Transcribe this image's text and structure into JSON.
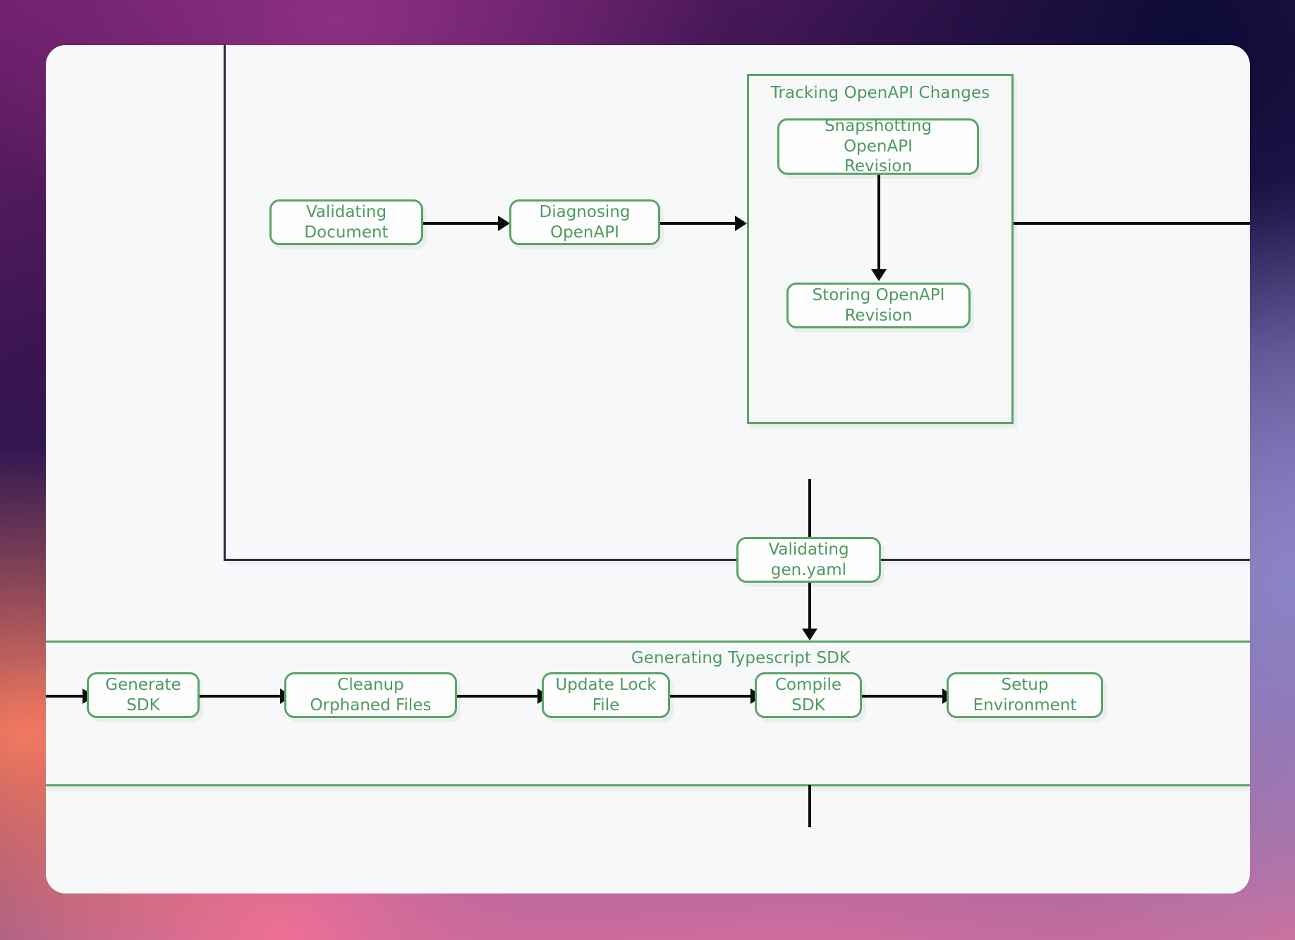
{
  "diagram": {
    "type": "flowchart",
    "direction": "left-to-right",
    "theme": {
      "node_border": "#5aa469",
      "node_text": "#4d9a5e",
      "node_fill": "#fefeff",
      "edge_color": "#0b0b0b",
      "canvas_bg": "#f7f8fa",
      "subgraph_dark_border": "#29293f",
      "subgraph_green_border": "#5aa469"
    }
  },
  "subgraphs": {
    "outer_dark": {
      "label": ""
    },
    "tracking": {
      "label": "Tracking OpenAPI Changes"
    },
    "generating": {
      "label": "Generating Typescript SDK"
    }
  },
  "nodes": [
    {
      "id": "validating-document",
      "label": "Validating Document"
    },
    {
      "id": "diagnosing-openapi",
      "label": "Diagnosing OpenAPI"
    },
    {
      "id": "snapshotting-openapi-revision",
      "label": "Snapshotting OpenAPI\nRevision"
    },
    {
      "id": "storing-openapi-revision",
      "label": "Storing OpenAPI Revision"
    },
    {
      "id": "validating-gen-yaml",
      "label": "Validating gen.yaml"
    },
    {
      "id": "generate-sdk",
      "label": "Generate SDK"
    },
    {
      "id": "cleanup-orphaned-files",
      "label": "Cleanup Orphaned Files"
    },
    {
      "id": "update-lock-file",
      "label": "Update Lock File"
    },
    {
      "id": "compile-sdk",
      "label": "Compile SDK"
    },
    {
      "id": "setup-environment",
      "label": "Setup Environment"
    }
  ],
  "edges": [
    {
      "from": "validating-document",
      "to": "diagnosing-openapi"
    },
    {
      "from": "diagnosing-openapi",
      "to": "tracking"
    },
    {
      "from": "snapshotting-openapi-revision",
      "to": "storing-openapi-revision"
    },
    {
      "from": "tracking",
      "to": "validating-gen-yaml"
    },
    {
      "from": "validating-gen-yaml",
      "to": "generating"
    },
    {
      "from": "generate-sdk",
      "to": "cleanup-orphaned-files"
    },
    {
      "from": "cleanup-orphaned-files",
      "to": "update-lock-file"
    },
    {
      "from": "update-lock-file",
      "to": "compile-sdk"
    },
    {
      "from": "compile-sdk",
      "to": "setup-environment"
    }
  ]
}
